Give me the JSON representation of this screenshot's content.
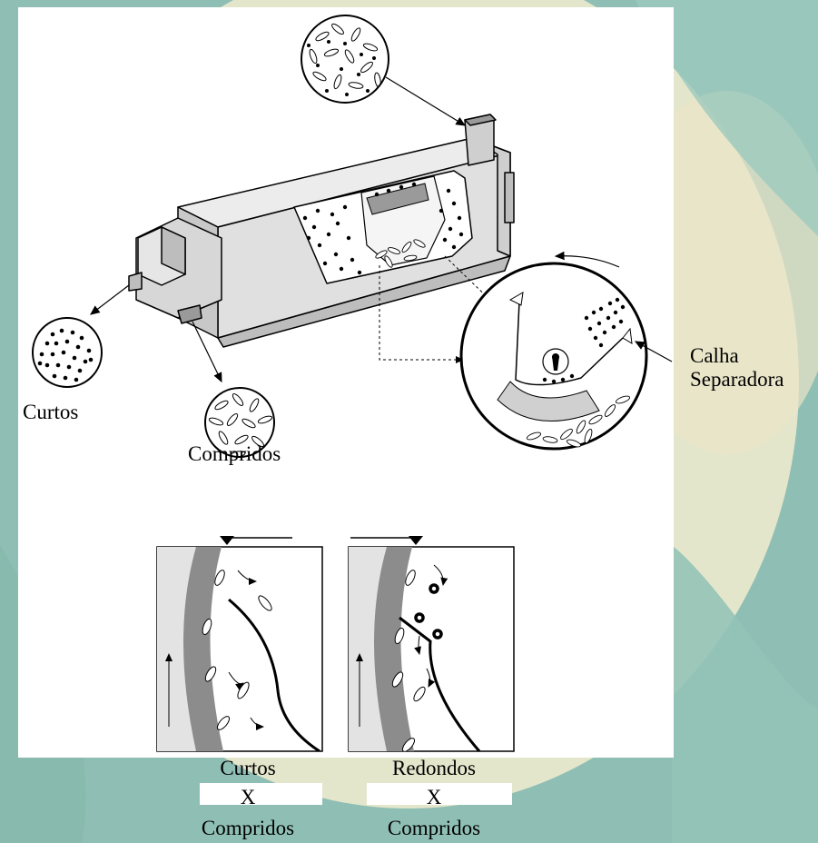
{
  "labels": {
    "short": "Curtos",
    "long": "Compridos",
    "trough_line1": "Calha",
    "trough_line2": "Separadora"
  },
  "comparisons": [
    {
      "top": "Curtos",
      "middle": "X",
      "bottom": "Compridos"
    },
    {
      "top": "Redondos",
      "middle": "X",
      "bottom": "Compridos"
    }
  ],
  "colors": {
    "background_teal": "#8fbfb4",
    "background_cream": "#f3ecd0",
    "machine_light": "#e0e0e0",
    "machine_dark": "#9a9a9a"
  }
}
